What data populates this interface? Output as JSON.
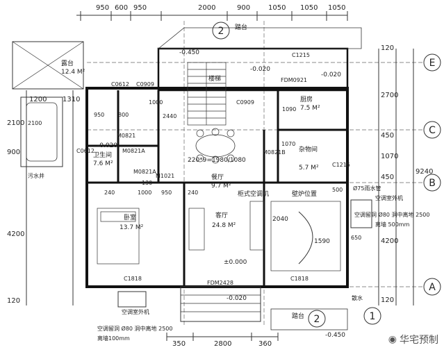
{
  "top_dims": [
    "950",
    "600",
    "950",
    "2000",
    "900",
    "1050",
    "1050",
    "1050"
  ],
  "bottom_dims": [
    "350",
    "2800",
    "360"
  ],
  "right_dims": [
    "120",
    "2700",
    "450",
    "1070",
    "450",
    "9240",
    "4200",
    "120"
  ],
  "left_dims": [
    "1200",
    "1310",
    "2100",
    "900",
    "4200",
    "120"
  ],
  "axis_labels": {
    "e": "E",
    "c": "C",
    "b": "B",
    "a": "A",
    "top2": "2",
    "bot2": "2",
    "bot1": "1"
  },
  "levels": {
    "top": "-0.450",
    "hall": "-0.020",
    "bath": "-0.020",
    "kitchen": "-0.020",
    "living": "±0.000",
    "front": "-0.020",
    "bottom": "-0.450"
  },
  "labels": {
    "balcony": "露台",
    "balcony_area": "12.4 M²",
    "steps_top": "踏台",
    "steps_bottom": "踏台",
    "stair": "楼梯",
    "kitchen": "厨房",
    "kitchen_area": "7.5 M²",
    "storage": "杂物间",
    "storage_area": "5.7 M²",
    "dining": "餐厅",
    "dining_area": "9.7 M²",
    "table_dim": "220*9=1980/1080",
    "living": "客厅",
    "living_area": "24.8 M²",
    "bedroom": "卧室",
    "bedroom_area": "13.7 M²",
    "toilet": "卫生间",
    "toilet_area": "7.6 M²",
    "ac_cabinet": "柜式空调机",
    "fireplace": "壁炉位置",
    "dim1590": "1590",
    "dim2040": "2040",
    "ac_outdoor_bottom": "空调室外机",
    "ac_hole_bottom": "空调留洞 Ø80 洞中离地 2500",
    "ac_hole_bottom2": "离墙100mm",
    "ac_outdoor_right": "空调室外机",
    "ac_hole_right": "空调留洞 Ø80 洞中离地 2500",
    "ac_hole_right2": "离墙 500mm",
    "downpipe": "Ø75雨水管",
    "sewage": "污水井",
    "apron": "散水"
  },
  "codes": {
    "c0612a": "C0612",
    "c0909a": "C0909",
    "c0909b": "C0909",
    "c1215a": "C1215",
    "c1215b": "C1215",
    "c0612b": "C0612",
    "m0821a": "M0821",
    "m0821b": "M0821A",
    "m0821c": "M0821A",
    "m1021": "M1021",
    "c1818a": "C1818",
    "c1818b": "C1818",
    "fdm2428": "FDM2428",
    "fdm0921": "FDM0921",
    "m0821d": "M0821B"
  },
  "inner_dims": {
    "d950a": "950",
    "d800": "800",
    "d1000": "1000",
    "d950b": "950",
    "d240a": "240",
    "d130": "130",
    "d240b": "240",
    "d1070": "1070",
    "d650": "650",
    "d1000v": "1000",
    "d1090": "1090",
    "d2440": "2440",
    "d500": "500",
    "d2100v": "2100"
  },
  "watermark": "华宅预制"
}
